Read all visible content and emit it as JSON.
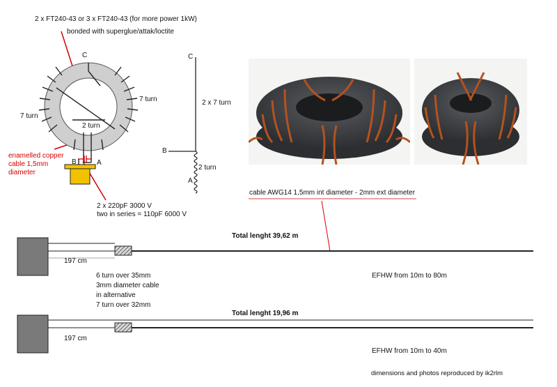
{
  "toroid": {
    "core_note_line1": "2 x FT240-43 or 3 x FT240-43 (for more power 1kW)",
    "core_note_line2": "bonded with superglue/attak/loctite",
    "label_c": "C",
    "label_b": "B",
    "label_a": "A",
    "turns_right": "7 turn",
    "turns_left": "7 turn",
    "turns_center": "2 turn",
    "wire_note": [
      "enamelled copper",
      "cable 1,5mm",
      "diameter"
    ],
    "cap_note_line1": "2 x 220pF 3000 V",
    "cap_note_line2": "two in series = 110pF 6000 V"
  },
  "schematic": {
    "label_c": "C",
    "label_b": "B",
    "label_a": "A",
    "turns_top": "2 x 7 turn",
    "turns_bottom": "2 turn"
  },
  "photos": {
    "caption": "cable AWG14 1,5mm int diameter - 2mm ext diameter"
  },
  "antenna1": {
    "title": "Total lenght 39,62 m",
    "feed_length": "197 cm",
    "coil_note": [
      "6 turn over 35mm",
      "3mm diameter cable",
      "in alternative",
      "7 turn over 32mm"
    ],
    "band": "EFHW from 10m to 80m"
  },
  "antenna2": {
    "title": "Total lenght 19,96 m",
    "feed_length": "197 cm",
    "band": "EFHW from 10m to 40m"
  },
  "credit": "dimensions and photos reproduced by ik2rlm",
  "colors": {
    "core_gray": "#cfcfcf",
    "annotation_red": "#d40000",
    "connector_yellow": "#f2c200",
    "box_gray": "#7a7a7a",
    "copper": "#b5521e"
  }
}
